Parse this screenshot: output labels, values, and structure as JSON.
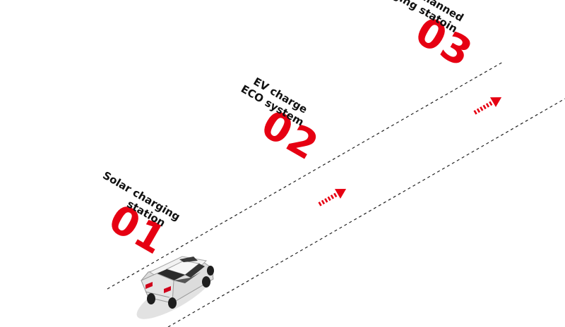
{
  "steps": [
    {
      "number": "01",
      "label_line1": "Solar charging",
      "label_line2": "station"
    },
    {
      "number": "02",
      "label_line1": "EV charge",
      "label_line2": "ECO system"
    },
    {
      "number": "03",
      "label_line1": "Unmanned",
      "label_line2": "charging statoin"
    }
  ],
  "colors": {
    "accent": "#e60012",
    "text": "#111111",
    "line": "#222222",
    "car_body": "#e8e8e8",
    "car_glass": "#2a2a2a"
  },
  "icons": {
    "arrow": "striped-direction-arrow-icon",
    "car": "car-icon"
  }
}
